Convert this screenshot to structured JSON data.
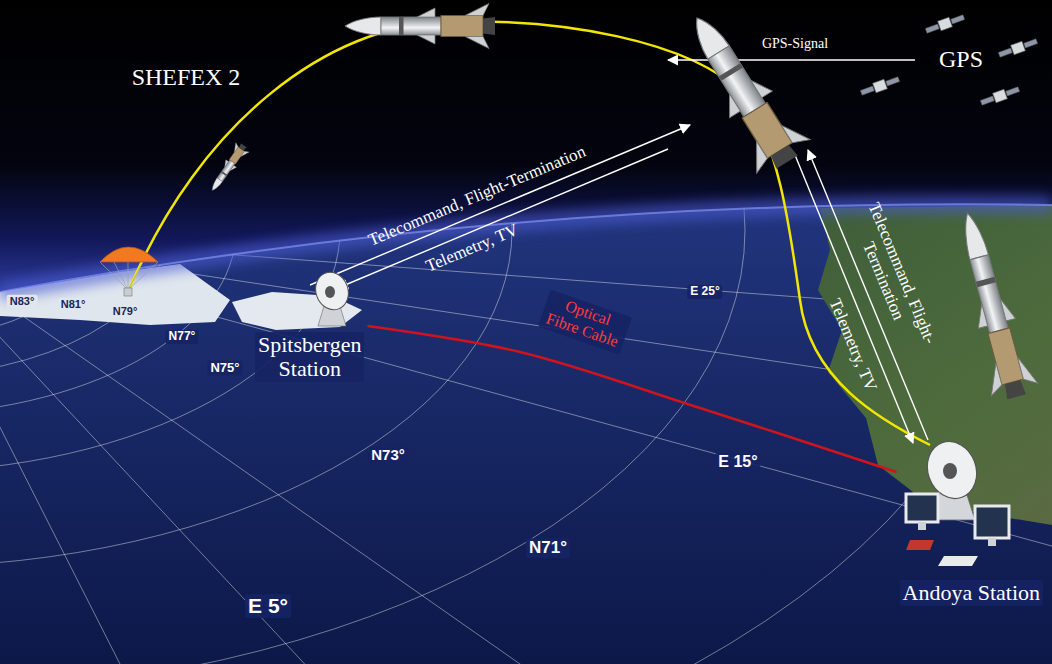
{
  "diagram": {
    "nodes": [
      {
        "text": [
          "Spitsbergen Station"
        ]
      },
      {
        "text": [
          "Andoya Station"
        ]
      }
    ],
    "edges": [
      {
        "from": 0,
        "to": 1,
        "arrow": "none",
        "label": "Optical Fibre Cable"
      }
    ],
    "labels": [
      "SHEFEX 2",
      "GPS-Signal",
      "GPS",
      "Telecommand, Flight-Termination",
      "Telemetry, TV",
      "Telecommand, Flight-Termination",
      "Telemetry, TV",
      "N83°",
      "N81°",
      "N79°",
      "N77°",
      "N75°",
      "N73°",
      "N71°",
      "E 5°",
      "E 15°",
      "E 25°"
    ]
  }
}
